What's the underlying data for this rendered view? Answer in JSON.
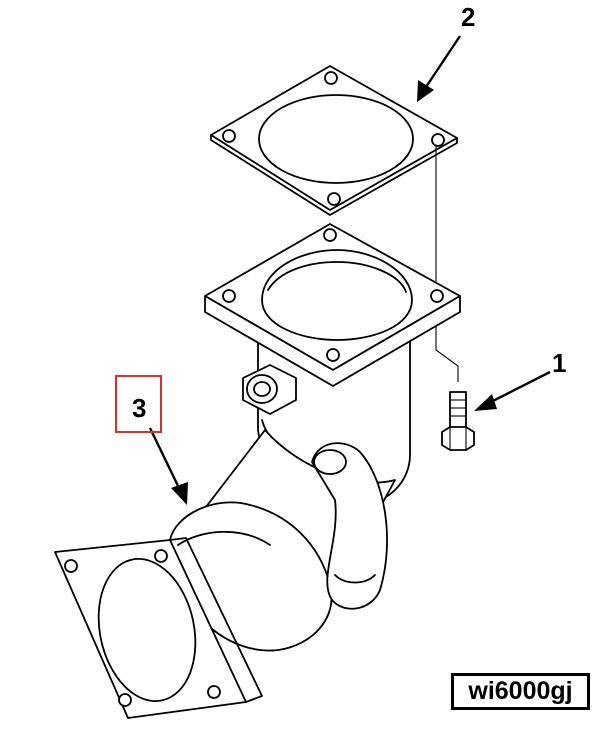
{
  "callouts": {
    "item_1": "1",
    "item_2": "2",
    "item_3": "3"
  },
  "figure_id": "wi6000gj",
  "colors": {
    "line": "#000000",
    "highlight": "#d9302c",
    "background": "#ffffff"
  }
}
